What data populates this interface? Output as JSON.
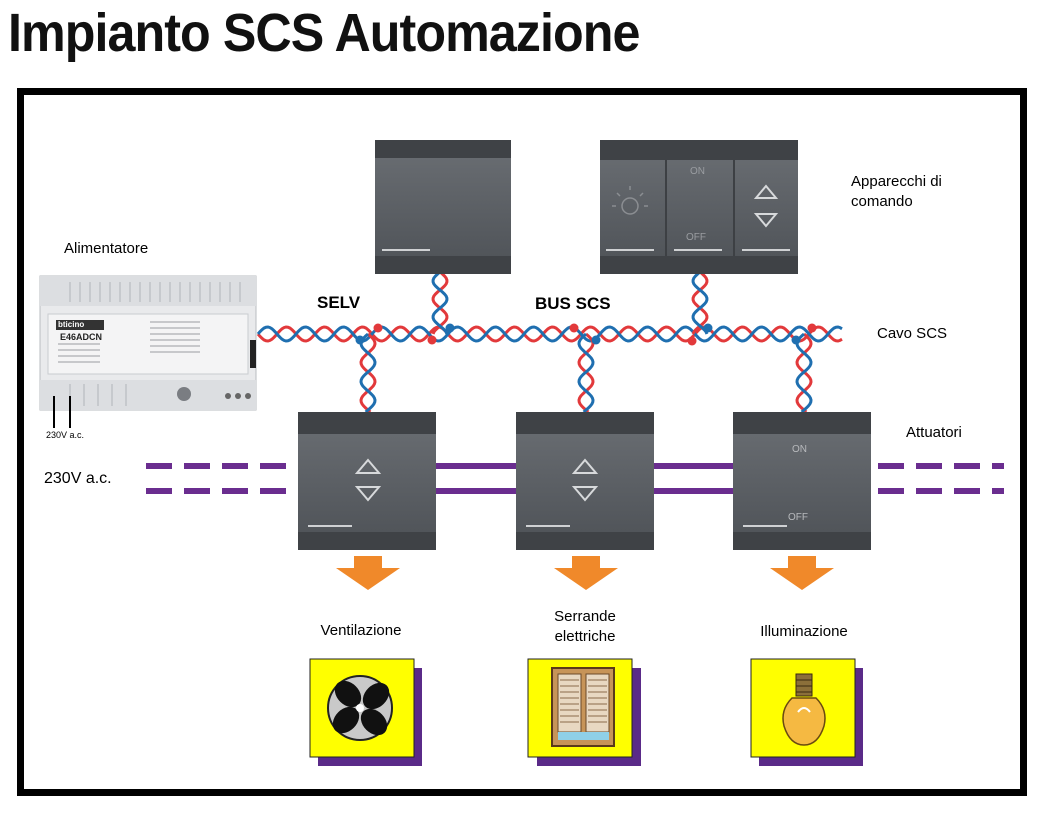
{
  "title": "Impianto SCS Automazione",
  "labels": {
    "alimentatore": "Alimentatore",
    "apparecchi": "Apparecchi di\ncomando",
    "selv": "SELV",
    "bus_scs": "BUS SCS",
    "cavo_scs": "Cavo SCS",
    "attuatori": "Attuatori",
    "mains": "230V a.c.",
    "psu_mains": "230V a.c.",
    "psu_brand": "bticino",
    "psu_model": "E46ADCN"
  },
  "device_marks": {
    "on": "ON",
    "off": "OFF"
  },
  "loads": [
    {
      "label": "Ventilazione",
      "icon": "fan-icon"
    },
    {
      "label": "Serrande\nelettriche",
      "icon": "shutter-icon"
    },
    {
      "label": "Illuminazione",
      "icon": "bulb-icon"
    }
  ],
  "colors": {
    "bus_red": "#e2393b",
    "bus_blue": "#1f6fb0",
    "mains_purple": "#6a2d8f",
    "device_grey": "#5a5e63",
    "arrow_orange": "#f0892a",
    "load_yellow": "#ffff00",
    "load_shadow": "#5a2a88"
  }
}
